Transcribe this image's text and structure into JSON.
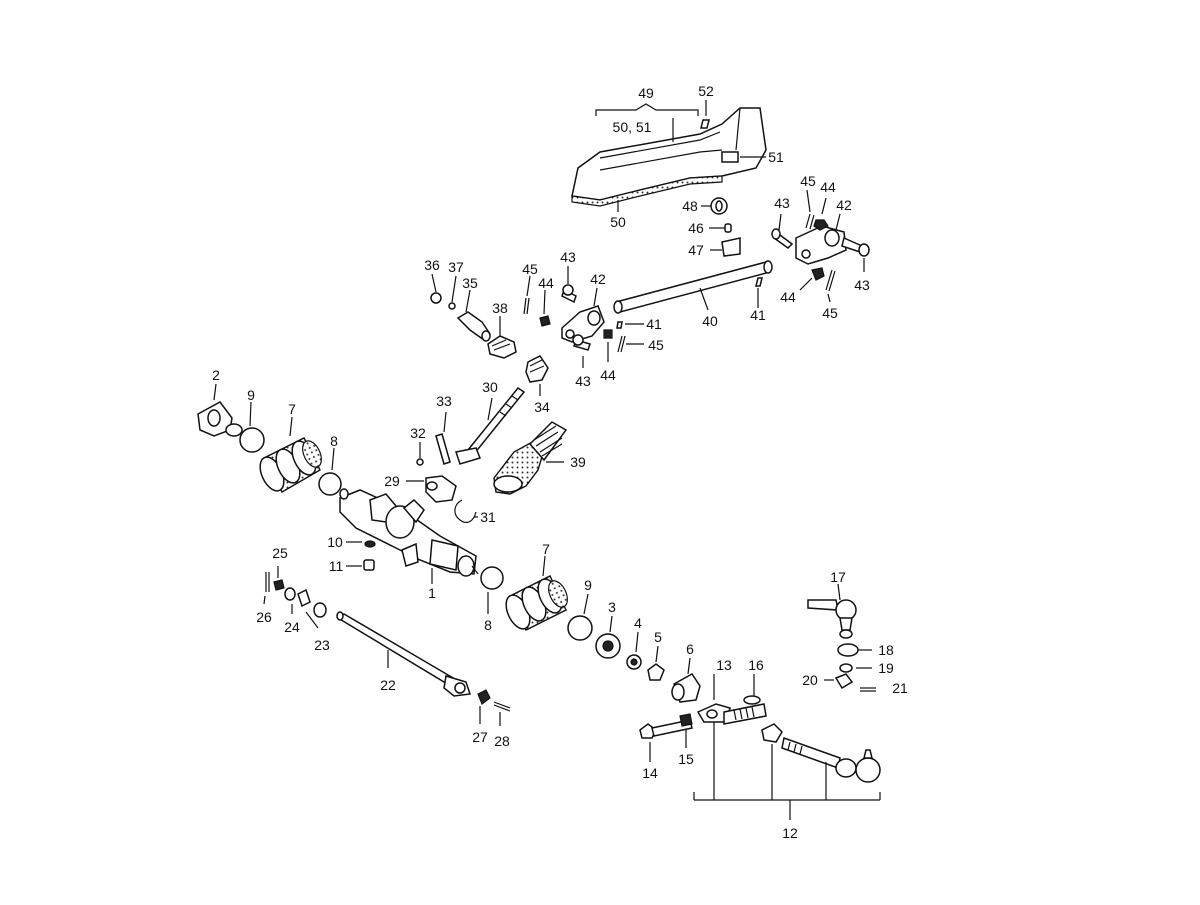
{
  "diagram": {
    "callouts": [
      "1",
      "2",
      "3",
      "4",
      "5",
      "6",
      "7",
      "8",
      "9",
      "10",
      "11",
      "12",
      "13",
      "14",
      "15",
      "16",
      "17",
      "18",
      "19",
      "20",
      "21",
      "22",
      "23",
      "24",
      "25",
      "26",
      "27",
      "28",
      "29",
      "30",
      "31",
      "32",
      "33",
      "34",
      "35",
      "36",
      "37",
      "38",
      "39",
      "40",
      "41",
      "42",
      "43",
      "44",
      "45",
      "46",
      "47",
      "48",
      "49",
      "50",
      "51",
      "52"
    ],
    "group_labels": {
      "label_49": "49",
      "label_50_51": "50, 51",
      "label_12": "12"
    }
  }
}
